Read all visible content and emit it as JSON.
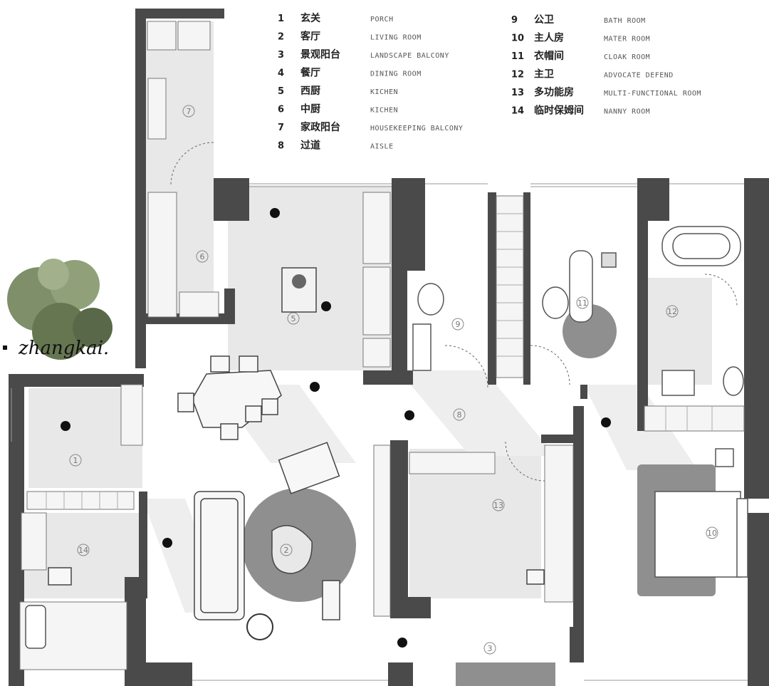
{
  "watermark": "zhangkai.",
  "legend": [
    {
      "num": "1",
      "cn": "玄关",
      "en": "PORCH"
    },
    {
      "num": "2",
      "cn": "客厅",
      "en": "LIVING ROOM"
    },
    {
      "num": "3",
      "cn": "景观阳台",
      "en": "LANDSCAPE BALCONY"
    },
    {
      "num": "4",
      "cn": "餐厅",
      "en": "DINING ROOM"
    },
    {
      "num": "5",
      "cn": "西厨",
      "en": "KICHEN"
    },
    {
      "num": "6",
      "cn": "中厨",
      "en": "KICHEN"
    },
    {
      "num": "7",
      "cn": "家政阳台",
      "en": "HOUSEKEEPING BALCONY"
    },
    {
      "num": "8",
      "cn": "过道",
      "en": "AISLE"
    },
    {
      "num": "9",
      "cn": "公卫",
      "en": "BATH ROOM"
    },
    {
      "num": "10",
      "cn": "主人房",
      "en": "MATER ROOM"
    },
    {
      "num": "11",
      "cn": "衣帽间",
      "en": "CLOAK ROOM"
    },
    {
      "num": "12",
      "cn": "主卫",
      "en": "ADVOCATE DEFEND"
    },
    {
      "num": "13",
      "cn": "多功能房",
      "en": "MULTI-FUNCTIONAL ROOM"
    },
    {
      "num": "14",
      "cn": "临时保姆间",
      "en": "NANNY ROOM"
    }
  ],
  "room_markers": [
    "1",
    "2",
    "3",
    "5",
    "6",
    "7",
    "8",
    "9",
    "10",
    "11",
    "12",
    "13",
    "14"
  ],
  "colors": {
    "wall": "#4a4a4a",
    "floor_shade": "#e4e4e4",
    "rug": "#8f8f8f",
    "furniture": "#f2f2f2",
    "tree": "#6f7f5a"
  }
}
